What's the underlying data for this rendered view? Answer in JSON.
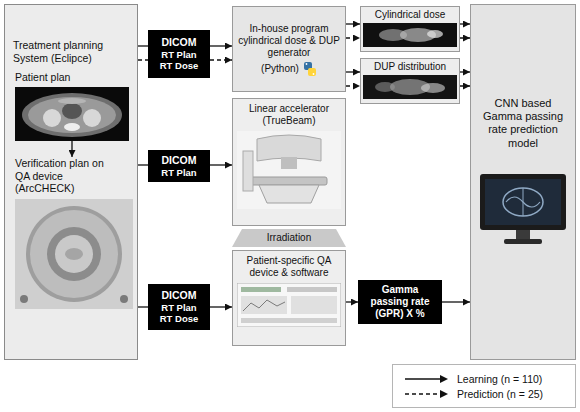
{
  "diagram": {
    "nodes": [
      {
        "text": [
          "Treatment planning System (Eclipce)"
        ]
      },
      {
        "text": [
          "Patient plan"
        ],
        "in": 0
      },
      {
        "text": [
          "Verification plan on QA device (ArcCHECK)"
        ],
        "in": 0
      },
      {
        "text": [
          "DICOM",
          "RT Plan RT Dose"
        ]
      },
      {
        "text": [
          "In-house program cylindrical dose & DUP generator",
          "(Python)"
        ]
      },
      {
        "text": [
          "Cylindrical dose"
        ]
      },
      {
        "text": [
          "DUP distribution"
        ]
      },
      {
        "text": [
          "CNN based Gamma passing rate prediction model"
        ]
      },
      {
        "text": [
          "DICOM",
          "RT Plan"
        ]
      },
      {
        "text": [
          "Linear accelerator (TrueBeam)"
        ]
      },
      {
        "text": [
          "Irradiation"
        ]
      },
      {
        "text": [
          "DICOM",
          "RT Plan RT Dose"
        ]
      },
      {
        "text": [
          "Patient-specific QA device & software"
        ]
      },
      {
        "text": [
          "Gamma passing rate (GPR) X %"
        ]
      }
    ],
    "edges": [
      {
        "from": 0,
        "to": 3,
        "arrow": "none"
      },
      {
        "from": 0,
        "to": 3,
        "arrow": "none"
      },
      {
        "from": 1,
        "to": 2,
        "arrow": "to"
      },
      {
        "from": 3,
        "to": 4,
        "arrow": "to"
      },
      {
        "from": 3,
        "to": 4,
        "arrow": "to"
      },
      {
        "from": 4,
        "to": 5,
        "arrow": "to"
      },
      {
        "from": 4,
        "to": 5,
        "arrow": "to"
      },
      {
        "from": 4,
        "to": 6,
        "arrow": "to"
      },
      {
        "from": 4,
        "to": 6,
        "arrow": "to"
      },
      {
        "from": 5,
        "to": 7,
        "arrow": "to"
      },
      {
        "from": 5,
        "to": 7,
        "arrow": "to"
      },
      {
        "from": 6,
        "to": 7,
        "arrow": "to"
      },
      {
        "from": 6,
        "to": 7,
        "arrow": "to"
      },
      {
        "from": 0,
        "to": 8,
        "arrow": "none"
      },
      {
        "from": 8,
        "to": 9,
        "arrow": "to"
      },
      {
        "from": 0,
        "to": 11,
        "arrow": "none"
      },
      {
        "from": 11,
        "to": 12,
        "arrow": "to"
      },
      {
        "from": 12,
        "to": 13,
        "arrow": "to"
      },
      {
        "from": 13,
        "to": 7,
        "arrow": "to"
      }
    ],
    "legend": [
      {
        "text": "Learning (n = 110)"
      },
      {
        "text": "Prediction (n = 25)"
      }
    ]
  }
}
